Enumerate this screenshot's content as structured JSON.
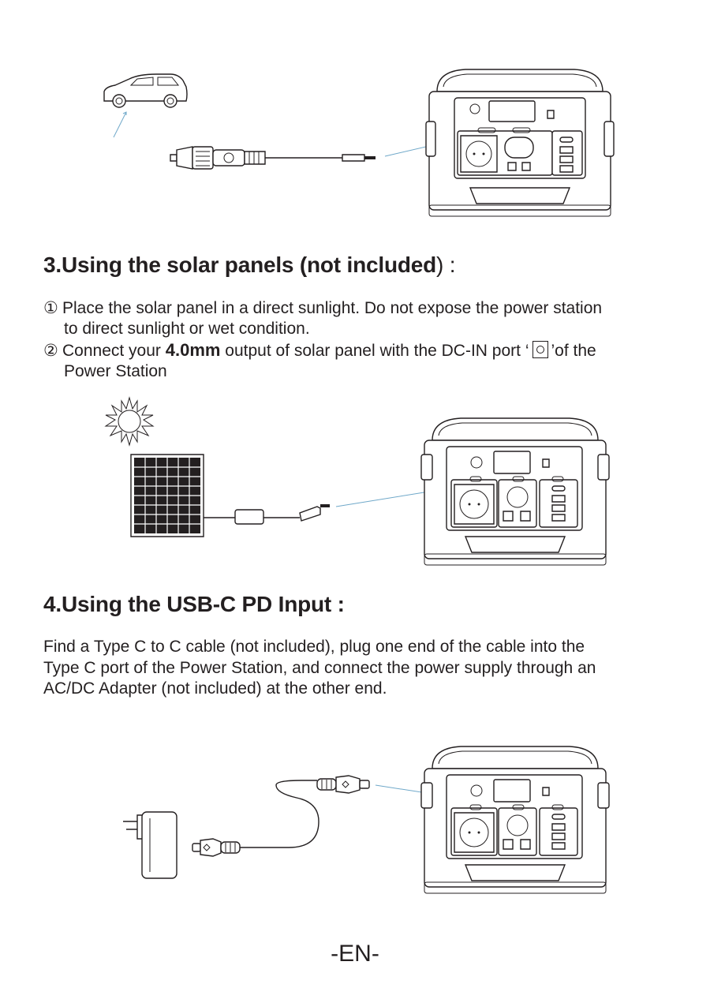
{
  "section3": {
    "number": "3.",
    "title_main": "Using the solar panels (not included",
    "title_close": ") :",
    "step1_marker": "①",
    "step1_line1": "Place the solar panel in a direct sunlight. Do not expose the power station",
    "step1_line2": "to direct sunlight or wet condition.",
    "step2_marker": "②",
    "step2_pre": "Connect your ",
    "step2_value": "4.0mm",
    "step2_mid": " output of solar panel with the DC-IN port ",
    "step2_quote_open": "‘",
    "step2_quote_close": "’",
    "step2_post": "of the",
    "step2_line2": "Power Station"
  },
  "section4": {
    "number": "4.",
    "title": "Using the USB-C PD Input :",
    "line1": "Find a Type C to C cable (not included), plug one end of the cable into the",
    "line2": "Type C port of the Power Station, and connect the power supply through an",
    "line3": "AC/DC Adapter (not included) at the other end."
  },
  "footer": {
    "page_label": "-EN-"
  },
  "icons": {
    "car": "car-icon",
    "car_charger": "car-charger-plug-icon",
    "sun": "sun-icon",
    "solar_panel": "solar-panel-icon",
    "power_station": "power-station-icon",
    "ac_adapter": "ac-adapter-icon",
    "usb_c_cable": "usb-c-cable-icon",
    "dc_port": "dc-in-port-icon"
  },
  "colors": {
    "text": "#231f20",
    "pointer_line": "#6fa8c9"
  }
}
